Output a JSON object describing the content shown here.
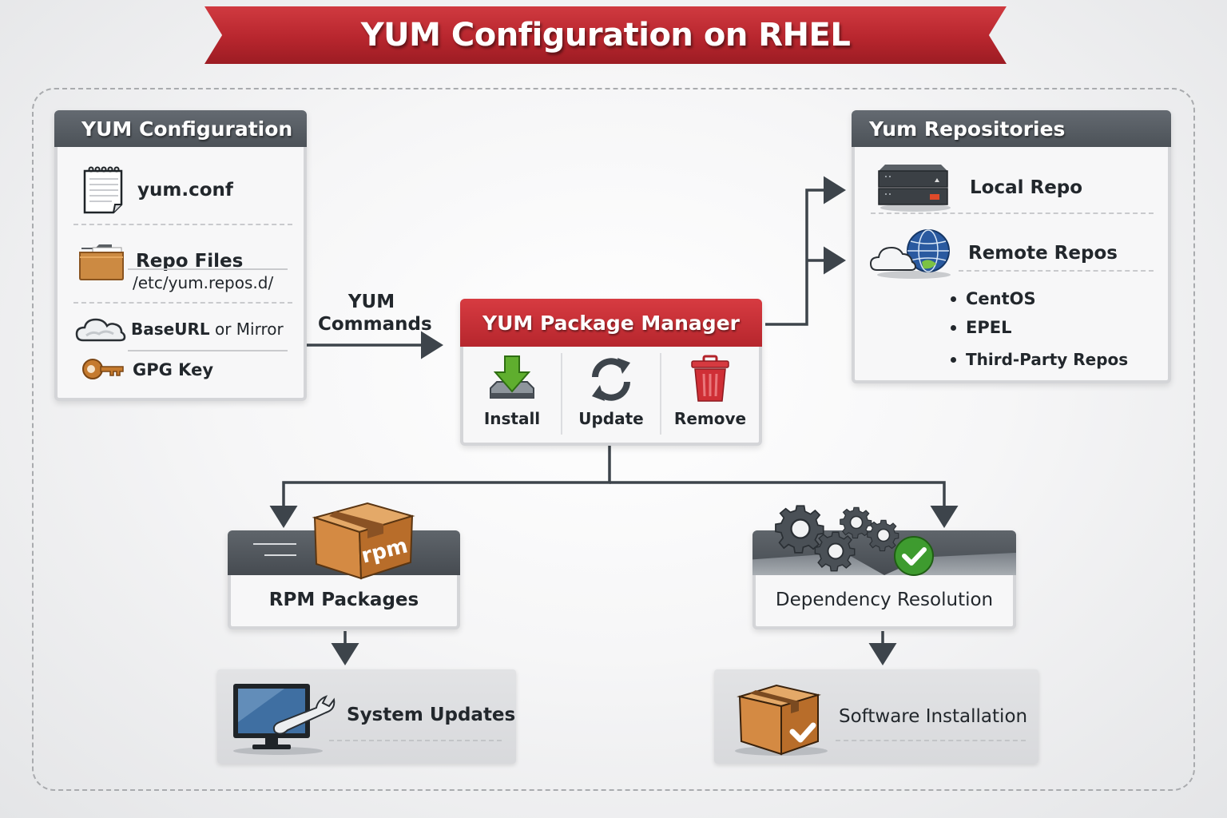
{
  "title": "YUM Configuration on RHEL",
  "config_card": {
    "title": "YUM Configuration",
    "items": [
      {
        "icon": "notepad-icon",
        "label": "yum.conf"
      },
      {
        "icon": "folder-icon",
        "label": "Repo Files",
        "sublabel": "/etc/yum.repos.d/"
      },
      {
        "icon": "cloud-icon",
        "label_bold": "BaseURL",
        "label_rest": " or Mirror"
      },
      {
        "icon": "key-icon",
        "label": "GPG Key"
      }
    ]
  },
  "commands_label": {
    "line1": "YUM",
    "line2": "Commands"
  },
  "package_manager": {
    "title": "YUM Package Manager",
    "actions": [
      {
        "icon": "download-icon",
        "label": "Install"
      },
      {
        "icon": "refresh-icon",
        "label": "Update"
      },
      {
        "icon": "trash-icon",
        "label": "Remove"
      }
    ]
  },
  "repo_card": {
    "title": "Yum Repositories",
    "local": {
      "icon": "server-icon",
      "label": "Local Repo"
    },
    "remote": {
      "icon": "cloud-globe-icon",
      "label": "Remote Repos"
    },
    "remote_list": [
      "CentOS",
      "EPEL",
      "Third-Party Repos"
    ]
  },
  "rpm_card": {
    "label": "RPM Packages",
    "box_text": "rpm"
  },
  "dep_card": {
    "label": "Dependency Resolution"
  },
  "system_updates": {
    "label": "System Updates"
  },
  "software_install": {
    "label": "Software Installation"
  },
  "colors": {
    "banner_red": "#b8262e",
    "header_gray": "#52585e",
    "arrow": "#3d444b",
    "check_green": "#3e9b2f"
  }
}
